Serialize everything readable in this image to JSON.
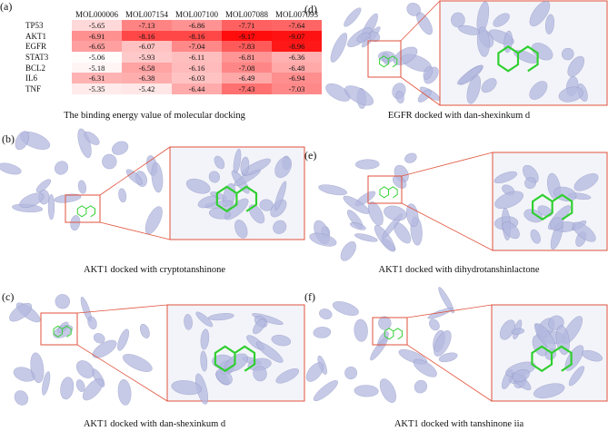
{
  "panels": {
    "a": {
      "label": "(a)",
      "caption": "The binding energy value of molecular docking"
    },
    "b": {
      "label": "(b)",
      "caption": "AKT1 docked with cryptotanshinone"
    },
    "c": {
      "label": "(c)",
      "caption": "AKT1 docked with dan-shexinkum d"
    },
    "d": {
      "label": "(d)",
      "caption": "EGFR docked with dan-shexinkum d"
    },
    "e": {
      "label": "(e)",
      "caption": "AKT1 docked with dihydrotanshinlactone"
    },
    "f": {
      "label": "(f)",
      "caption": "AKT1 docked with tanshinone iia"
    }
  },
  "chart_data": {
    "type": "heatmap",
    "columns": [
      "MOL000006",
      "MOL007154",
      "MOL007100",
      "MOL007088",
      "MOL007093"
    ],
    "rows": [
      "TP53",
      "AKT1",
      "EGFR",
      "STAT3",
      "BCL2",
      "IL6",
      "TNF"
    ],
    "values": [
      [
        -5.65,
        -7.13,
        -6.86,
        -7.71,
        -7.64
      ],
      [
        -6.91,
        -8.16,
        -8.16,
        -9.17,
        -9.07
      ],
      [
        -6.65,
        -6.07,
        -7.04,
        -7.83,
        -8.96
      ],
      [
        -5.06,
        -5.93,
        -6.11,
        -6.81,
        -6.36
      ],
      [
        -5.18,
        -6.58,
        -6.16,
        -7.08,
        -6.48
      ],
      [
        -6.31,
        -6.38,
        -6.03,
        -6.49,
        -6.94
      ],
      [
        -5.35,
        -5.42,
        -6.44,
        -7.43,
        -7.03
      ]
    ],
    "color_scale": {
      "low": "#ffffff",
      "high": "#ff0000"
    }
  },
  "colors": {
    "protein": "#b4b9e0",
    "ligand": "#2fcf2f",
    "callout": "#e0523c"
  }
}
